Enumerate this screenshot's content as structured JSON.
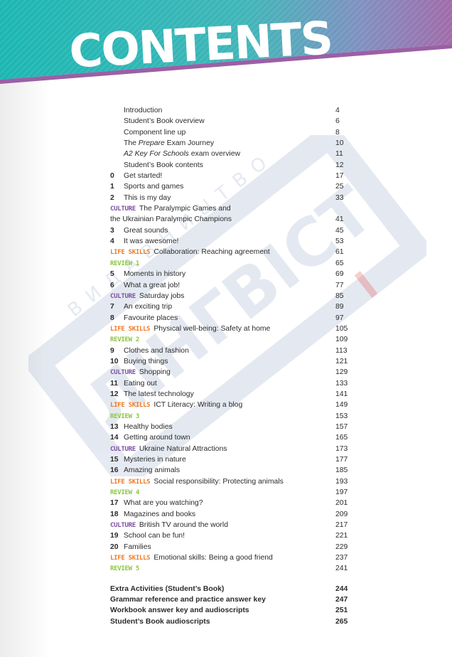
{
  "header": {
    "title": "CONTENTS"
  },
  "watermark": {
    "text_top": "ВИДАВНИЦТВО",
    "text_main": "ЛІНГВІСТ"
  },
  "colors": {
    "culture": "#7b4fa2",
    "life_skills": "#ef7a23",
    "review": "#8cc641",
    "banner_teal": "#1fb8b3",
    "banner_purple": "#9b5fa5"
  },
  "toc": [
    {
      "num": "",
      "title": "Introduction",
      "page": "4"
    },
    {
      "num": "",
      "title": "Student’s Book overview",
      "page": "6"
    },
    {
      "num": "",
      "title": "Component line up",
      "page": "8"
    },
    {
      "num": "",
      "title_pre": "The ",
      "title_italic": "Prepare",
      "title_post": " Exam Journey",
      "page": "10"
    },
    {
      "num": "",
      "title_pre": "",
      "title_italic": "A2 Key For Schools",
      "title_post": " exam overview",
      "page": "11"
    },
    {
      "num": "",
      "title": "Student’s Book contents",
      "page": "12"
    },
    {
      "num": "0",
      "title": "Get started!",
      "page": "17"
    },
    {
      "num": "1",
      "title": "Sports and games",
      "page": "25"
    },
    {
      "num": "2",
      "title": "This is my day",
      "page": "33"
    },
    {
      "tag": "CULTURE",
      "tagclass": "culture",
      "title": "The Paralympic Games and",
      "page": ""
    },
    {
      "tag": "",
      "tagclass": "",
      "title": "the Ukrainian Paralympic Champions",
      "page": "41"
    },
    {
      "num": "3",
      "title": "Great sounds",
      "page": "45"
    },
    {
      "num": "4",
      "title": "It was awesome!",
      "page": "53"
    },
    {
      "tag": "LIFE SKILLS",
      "tagclass": "life",
      "title": "Collaboration: Reaching agreement",
      "page": "61"
    },
    {
      "tag": "REVIEW 1",
      "tagclass": "review",
      "title": "",
      "page": "65"
    },
    {
      "num": "5",
      "title": "Moments in history",
      "page": "69"
    },
    {
      "num": "6",
      "title": "What a great job!",
      "page": "77"
    },
    {
      "tag": "CULTURE",
      "tagclass": "culture",
      "title": "Saturday jobs",
      "page": "85"
    },
    {
      "num": "7",
      "title": "An exciting trip",
      "page": "89"
    },
    {
      "num": "8",
      "title": "Favourite places",
      "page": "97"
    },
    {
      "tag": "LIFE SKILLS",
      "tagclass": "life",
      "title": "Physical well-being: Safety at home",
      "page": "105"
    },
    {
      "tag": "REVIEW 2",
      "tagclass": "review",
      "title": "",
      "page": "109"
    },
    {
      "num": "9",
      "title": "Clothes and fashion",
      "page": "113"
    },
    {
      "num": "10",
      "title": "Buying things",
      "page": "121"
    },
    {
      "tag": "CULTURE",
      "tagclass": "culture",
      "title": "Shopping",
      "page": "129"
    },
    {
      "num": "11",
      "title": "Eating out",
      "page": "133"
    },
    {
      "num": "12",
      "title": "The latest technology",
      "page": "141"
    },
    {
      "tag": "LIFE SKILLS",
      "tagclass": "life",
      "title": "ICT Literacy: Writing a blog",
      "page": "149"
    },
    {
      "tag": "REVIEW 3",
      "tagclass": "review",
      "title": "",
      "page": "153"
    },
    {
      "num": "13",
      "title": "Healthy bodies",
      "page": "157"
    },
    {
      "num": "14",
      "title": "Getting around town",
      "page": "165"
    },
    {
      "tag": "CULTURE",
      "tagclass": "culture",
      "title": "Ukraine Natural Attractions",
      "page": "173"
    },
    {
      "num": "15",
      "title": "Mysteries in nature",
      "page": "177"
    },
    {
      "num": "16",
      "title": "Amazing animals",
      "page": "185"
    },
    {
      "tag": "LIFE SKILLS",
      "tagclass": "life",
      "title": "Social responsibility: Protecting animals",
      "page": "193"
    },
    {
      "tag": "REVIEW 4",
      "tagclass": "review",
      "title": "",
      "page": "197"
    },
    {
      "num": "17",
      "title": "What are you watching?",
      "page": "201"
    },
    {
      "num": "18",
      "title": "Magazines and books",
      "page": "209"
    },
    {
      "tag": "CULTURE",
      "tagclass": "culture",
      "title": "British TV around the world",
      "page": "217"
    },
    {
      "num": "19",
      "title": "School can be fun!",
      "page": "221"
    },
    {
      "num": "20",
      "title": "Families",
      "page": "229"
    },
    {
      "tag": "LIFE SKILLS",
      "tagclass": "life",
      "title": "Emotional skills: Being a good friend",
      "page": "237"
    },
    {
      "tag": "REVIEW 5",
      "tagclass": "review",
      "title": "",
      "page": "241"
    },
    {
      "gap": true
    },
    {
      "bold": true,
      "title": "Extra Activities (Student’s Book)",
      "page": "244"
    },
    {
      "bold": true,
      "title": "Grammar reference and practice answer key",
      "page": "247"
    },
    {
      "bold": true,
      "title": "Workbook answer key and audioscripts",
      "page": "251"
    },
    {
      "bold": true,
      "title": "Student’s Book audioscripts",
      "page": "265"
    }
  ]
}
